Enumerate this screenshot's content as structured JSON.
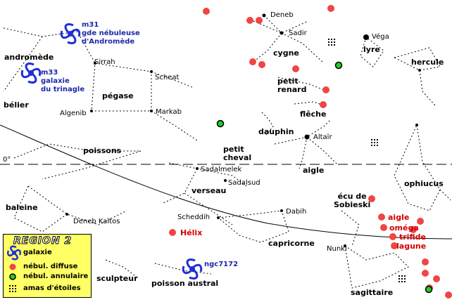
{
  "labels": {
    "deneb": "Deneb",
    "sadir": "Sadir",
    "vega": "Véga",
    "cygne": "cygne",
    "lyre": "lyre",
    "hercule": "hercule",
    "petit_renard": "petit\nrenard",
    "fleche": "flêche",
    "dauphin": "dauphin",
    "altair": "Altaïr",
    "petit_cheval": "petit\ncheval",
    "aigle": "aigle",
    "andromede": "andromède",
    "sirrah": "Sirrah",
    "scheat": "Scheat",
    "pegase": "pégase",
    "algenib": "Algenib",
    "markab": "Markab",
    "belier": "bélier",
    "poissons": "poissons",
    "zero": "0°",
    "sadalmelek": "Sadalmelek",
    "sadalsud": "Sadalsud",
    "verseau": "verseau",
    "baleine": "baleine",
    "deneb_kaitos": "Deneb Kaïtos",
    "scheddih": "Scheddih",
    "dabih": "Dabih",
    "capricorne": "capricorne",
    "ecu": "écu de\nSobieski",
    "ophiucus": "ophiucus",
    "nunki": "Nunki",
    "sagittaire": "sagittaire",
    "sculpteur": "sculpteur",
    "poisson_austral": "poisson austral"
  },
  "objects": {
    "m31": "m31\ngde nébuleuse\nd'Andromède",
    "m33": "m33\ngalaxie\ndu trinagle",
    "ngc7172": "ngc7172",
    "helix": "Hélix",
    "aigle_neb": "aigle",
    "omega": "oméga",
    "trifide": "trifide",
    "lagune": "lagune"
  },
  "legend": {
    "title": "REGION 2",
    "galaxy": "galaxie",
    "diffuse": "nébul. diffuse",
    "annular": "nébul. annulaire",
    "cluster": "amas d'étoiles"
  },
  "colors": {
    "diffuse_nebula": "#f04545",
    "annular_nebula": "#22cc22",
    "galaxy": "#1f2fd6",
    "legend_bg": "#ffff66"
  }
}
